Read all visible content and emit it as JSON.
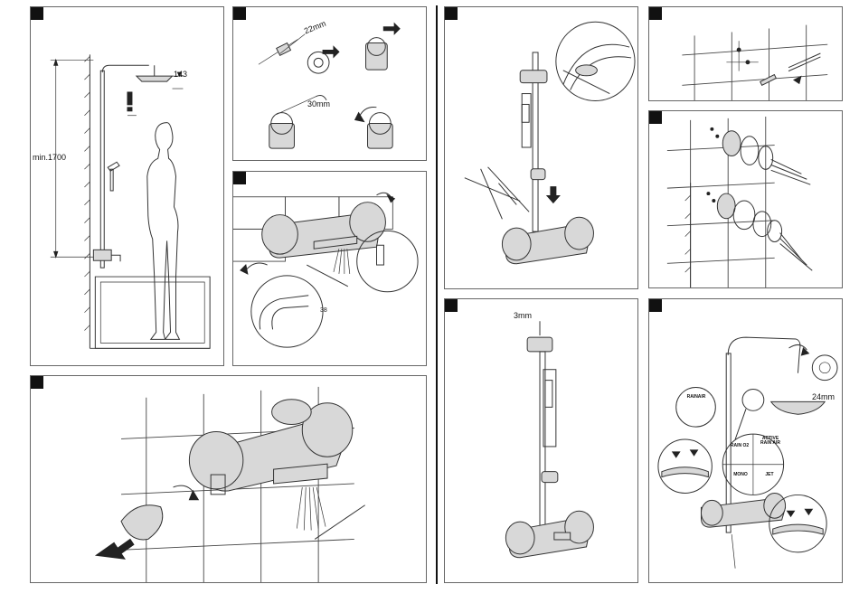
{
  "panels": {
    "p1": {
      "height_total": "min.1700",
      "head_gap": "143"
    },
    "p2": {
      "dim_top": "22mm",
      "dim_bottom": "30mm"
    },
    "p3": {
      "scale_label": "38"
    },
    "p8": {
      "dim": "3mm"
    },
    "p9": {
      "dim": "24mm",
      "circle_top_label": "RAINAIR",
      "circle_main_labels": {
        "left": "RAIN O2",
        "right": "ACTIVE RAIN AIR",
        "bottom_left": "MONO",
        "bottom_right": "JET"
      }
    }
  },
  "colors": {
    "ink": "#222222",
    "border": "#666666",
    "badge": "#111111"
  }
}
